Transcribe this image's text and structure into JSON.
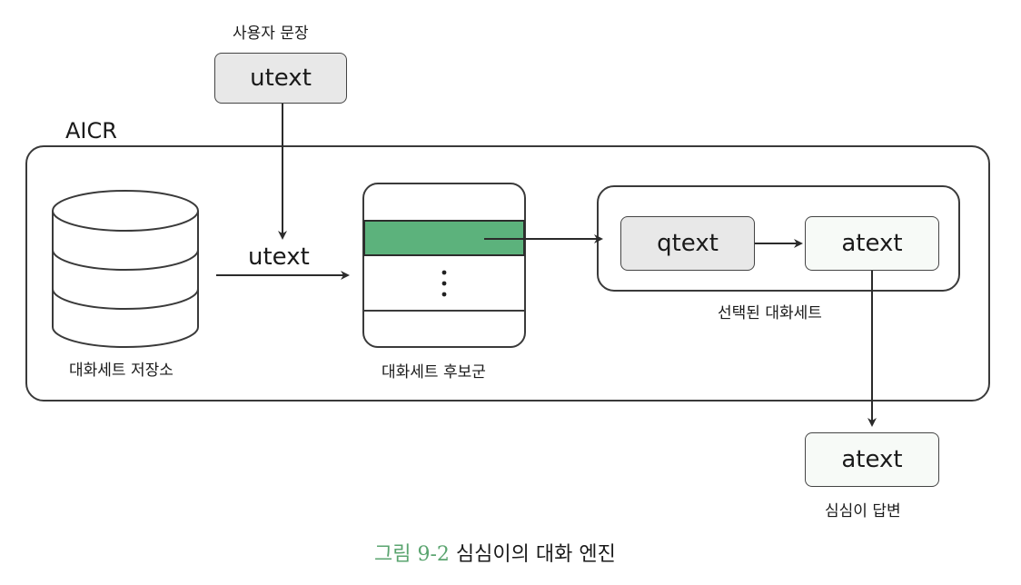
{
  "user_sentence_label": "사용자 문장",
  "utext_box": "utext",
  "aicr_label": "AICR",
  "arrow_utext_label": "utext",
  "db_label": "대화세트 저장소",
  "candidates_label": "대화세트 후보군",
  "candidates_ellipsis": "⋮",
  "selected_label": "선택된 대화세트",
  "qtext_box": "qtext",
  "atext_box_inner": "atext",
  "atext_box_output": "atext",
  "answer_label": "심심이 답변",
  "caption_prefix": "그림 9-2",
  "caption_text": " 심심이의 대화 엔진",
  "colors": {
    "highlight_row": "#5cb27c",
    "caption_accent": "#5aa46f",
    "stroke": "#3a3a3a"
  }
}
